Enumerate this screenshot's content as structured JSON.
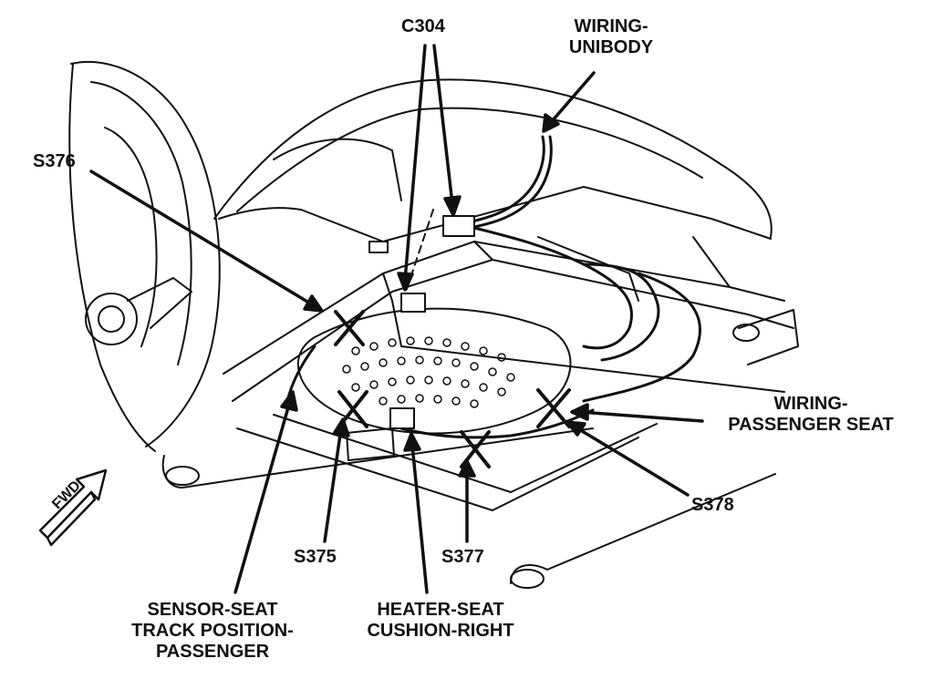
{
  "labels": {
    "c304": "C304",
    "wiring_unibody": [
      "WIRING-",
      "UNIBODY"
    ],
    "s376": "S376",
    "wiring_passenger_seat": [
      "WIRING-",
      "PASSENGER SEAT"
    ],
    "s378": "S378",
    "s375": "S375",
    "s377": "S377",
    "sensor_seat": [
      "SENSOR-SEAT",
      "TRACK POSITION-",
      "PASSENGER"
    ],
    "heater_seat": [
      "HEATER-SEAT",
      "CUSHION-RIGHT"
    ],
    "fwd": "FWD"
  },
  "colors": {
    "ink": "#111111",
    "paper": "#ffffff"
  }
}
